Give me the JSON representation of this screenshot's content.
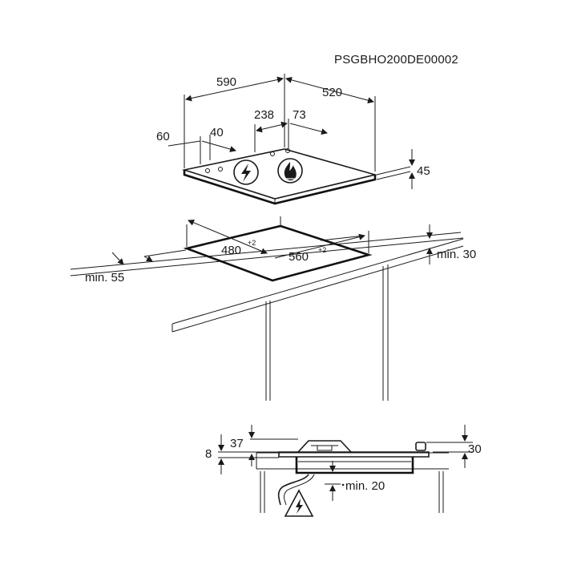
{
  "reference_code": "PSGBHO200DE00002",
  "dimensions": {
    "width_590": "590",
    "depth_520": "520",
    "d_238": "238",
    "d_73": "73",
    "d_60": "60",
    "d_40": "40",
    "height_45": "45",
    "cutout_480": "480",
    "cutout_560": "560",
    "cutout_superscript": "+2",
    "min_30": "min. 30",
    "min_55": "min. 55",
    "side_37": "37",
    "side_8": "8",
    "side_30": "30",
    "min_20": "min. 20"
  },
  "icons": [
    "electric-hazard-icon",
    "gas-flame-icon",
    "electric-warning-icon"
  ],
  "colors": {
    "line": "#1a1a1a",
    "background": "#ffffff"
  }
}
